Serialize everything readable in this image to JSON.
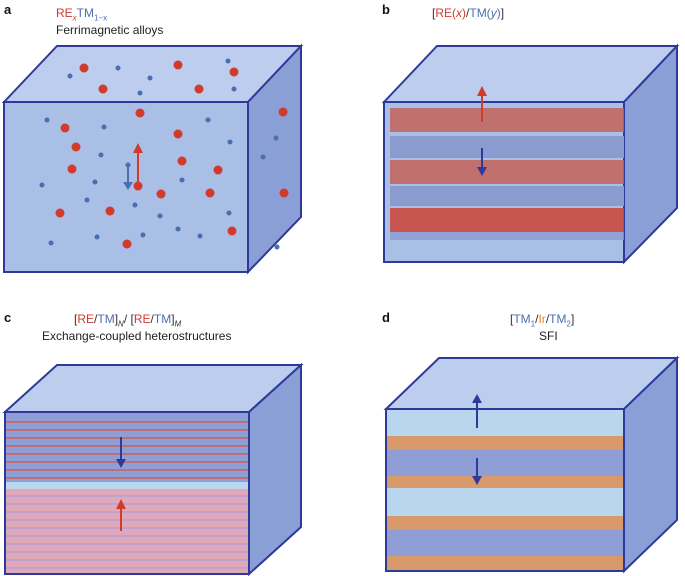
{
  "panels": [
    {
      "label": "a",
      "formula": {
        "re": "RE",
        "re_sub": "x",
        "tm": "TM",
        "tm_sub": "1−x"
      },
      "subtitle": "Ferrimagnetic alloys"
    },
    {
      "label": "b",
      "formula": {
        "open": "[",
        "re": "RE(",
        "x": "x",
        "close1": ")",
        "slash": "/",
        "tm": "TM(",
        "y": "y",
        "close2": ")",
        "close": "]"
      }
    },
    {
      "label": "c",
      "formula": {
        "open1": "[",
        "re1": "RE",
        "slash1": "/",
        "tm1": "TM",
        "close1": "]",
        "sub1": "N",
        "sep": "/",
        "open2": "[",
        "re2": "RE",
        "slash2": "/",
        "tm2": "TM",
        "close2": "]",
        "sub2": "M"
      },
      "subtitle": "Exchange-coupled heterostructures"
    },
    {
      "label": "d",
      "formula": {
        "open": "[",
        "tm1": "TM",
        "tm1_sub": "1",
        "slash1": "/",
        "ir": "Ir",
        "slash2": "/",
        "tm2": "TM",
        "tm2_sub": "2",
        "close": "]"
      },
      "subtitle": "SFI"
    }
  ],
  "colors": {
    "re": "#d23a2c",
    "tm": "#4a6fb0",
    "ir": "#e08a2e",
    "box_front": "#a9bfe6",
    "box_top": "#bccdee",
    "box_side": "#8a9fd6",
    "edge": "#2e3a9a"
  }
}
